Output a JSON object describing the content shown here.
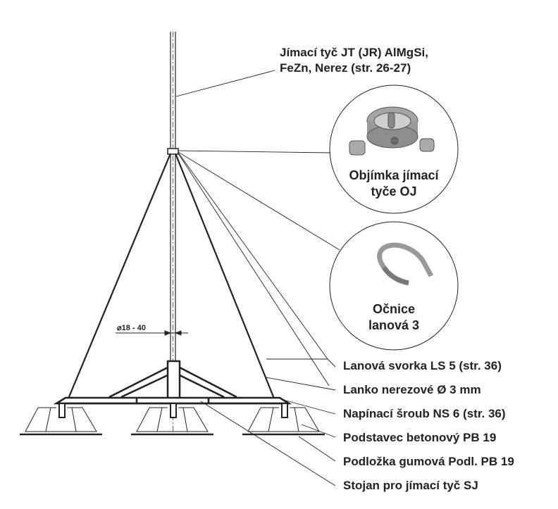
{
  "title_label": {
    "line1": "Jímací tyč JT (JR) AlMgSi,",
    "line2": "FeZn, Nerez (str. 26-27)"
  },
  "callouts": [
    {
      "line1": "Objímka jímací",
      "line2": "tyče OJ"
    },
    {
      "line1": "Očnice",
      "line2": "lanová 3"
    }
  ],
  "dimension": "⌀18 - 40",
  "labels": [
    "Lanová svorka LS 5 (str. 36)",
    "Lanko nerezové Ø 3 mm",
    "Napínací šroub NS 6 (str. 36)",
    "Podstavec betonový PB 19",
    "Podložka gumová Podl. PB 19",
    "Stojan pro jímací tyč SJ"
  ]
}
